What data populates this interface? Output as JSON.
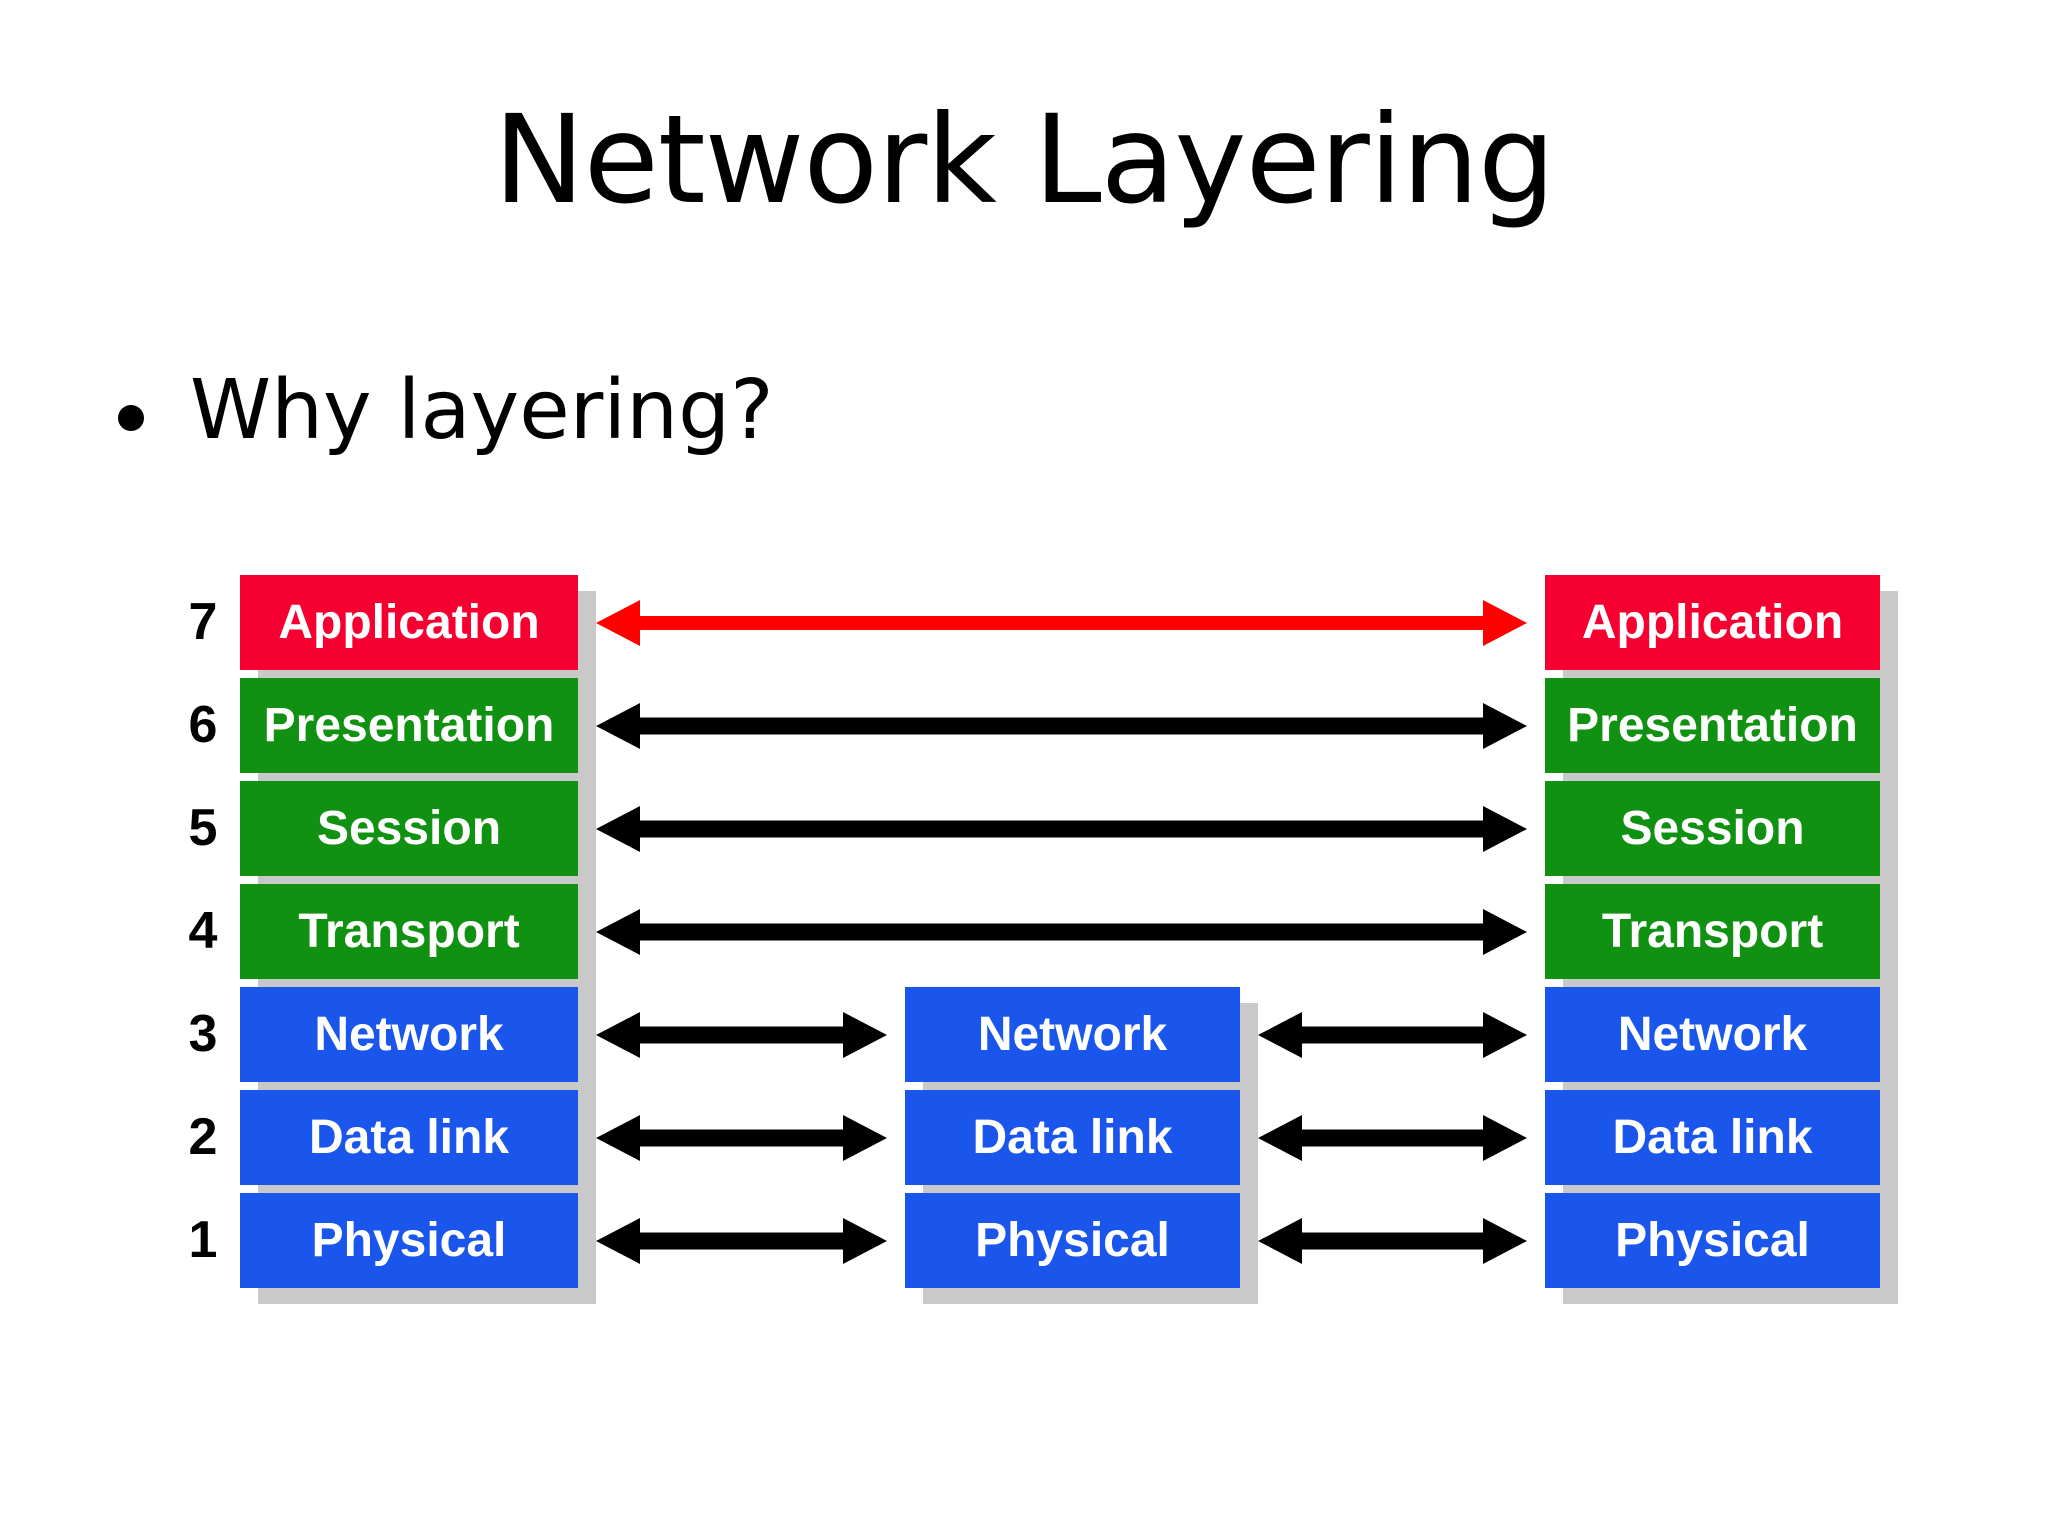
{
  "slide": {
    "title": "Network Layering",
    "bullets": [
      {
        "marker": "bullet-dot",
        "text": "Why layering?"
      }
    ]
  },
  "colors": {
    "application": "#f50030",
    "upper_layers": "#119111",
    "lower_layers": "#1a56ec",
    "shadow": "#c9c9c9",
    "peer_arrow_highlight": "#ff0000",
    "peer_arrow": "#000000",
    "text_on_box": "#ffffff",
    "layer_number": "#000000",
    "background": "#ffffff"
  },
  "diagram": {
    "type": "osi-layer-stack",
    "layer_numbers": [
      "7",
      "6",
      "5",
      "4",
      "3",
      "2",
      "1"
    ],
    "hosts": {
      "left": {
        "name": "end-host-left",
        "layers": [
          {
            "number": "7",
            "label": "Application",
            "color": "application"
          },
          {
            "number": "6",
            "label": "Presentation",
            "color": "upper_layers"
          },
          {
            "number": "5",
            "label": "Session",
            "color": "upper_layers"
          },
          {
            "number": "4",
            "label": "Transport",
            "color": "upper_layers"
          },
          {
            "number": "3",
            "label": "Network",
            "color": "lower_layers"
          },
          {
            "number": "2",
            "label": "Data link",
            "color": "lower_layers"
          },
          {
            "number": "1",
            "label": "Physical",
            "color": "lower_layers"
          }
        ]
      },
      "middle": {
        "name": "intermediate-router",
        "layers": [
          {
            "number": "3",
            "label": "Network",
            "color": "lower_layers"
          },
          {
            "number": "2",
            "label": "Data link",
            "color": "lower_layers"
          },
          {
            "number": "1",
            "label": "Physical",
            "color": "lower_layers"
          }
        ]
      },
      "right": {
        "name": "end-host-right",
        "layers": [
          {
            "number": "7",
            "label": "Application",
            "color": "application"
          },
          {
            "number": "6",
            "label": "Presentation",
            "color": "upper_layers"
          },
          {
            "number": "5",
            "label": "Session",
            "color": "upper_layers"
          },
          {
            "number": "4",
            "label": "Transport",
            "color": "upper_layers"
          },
          {
            "number": "3",
            "label": "Network",
            "color": "lower_layers"
          },
          {
            "number": "2",
            "label": "Data link",
            "color": "lower_layers"
          },
          {
            "number": "1",
            "label": "Physical",
            "color": "lower_layers"
          }
        ]
      }
    },
    "peer_links": [
      {
        "layer": "7",
        "span": "end-to-end",
        "color": "peer_arrow_highlight",
        "heads": "both"
      },
      {
        "layer": "6",
        "span": "end-to-end",
        "color": "peer_arrow",
        "heads": "both"
      },
      {
        "layer": "5",
        "span": "end-to-end",
        "color": "peer_arrow",
        "heads": "both"
      },
      {
        "layer": "4",
        "span": "end-to-end",
        "color": "peer_arrow",
        "heads": "both"
      },
      {
        "layer": "3",
        "span": "hop-by-hop",
        "color": "peer_arrow",
        "heads": "both"
      },
      {
        "layer": "2",
        "span": "hop-by-hop",
        "color": "peer_arrow",
        "heads": "both"
      },
      {
        "layer": "1",
        "span": "hop-by-hop",
        "color": "peer_arrow",
        "heads": "both"
      }
    ]
  }
}
